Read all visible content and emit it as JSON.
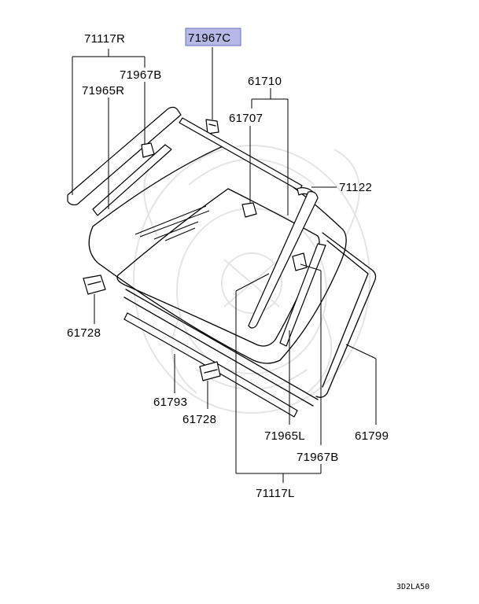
{
  "highlight_color": "#b6b8e6",
  "highlight_border": "#6b6fc4",
  "watermark_icon": "samurai-helmet-icon",
  "parts": {
    "p71117R": "71117R",
    "p71967C": "71967C",
    "p71967B_top": "71967B",
    "p71965R": "71965R",
    "p61710": "61710",
    "p61707": "61707",
    "p71122": "71122",
    "p61728_left": "61728",
    "p61793": "61793",
    "p61728_bottom": "61728",
    "p71965L": "71965L",
    "p61799": "61799",
    "p71967B_bottom": "71967B",
    "p71117L": "71117L"
  },
  "diagram_code": "3D2LA50"
}
